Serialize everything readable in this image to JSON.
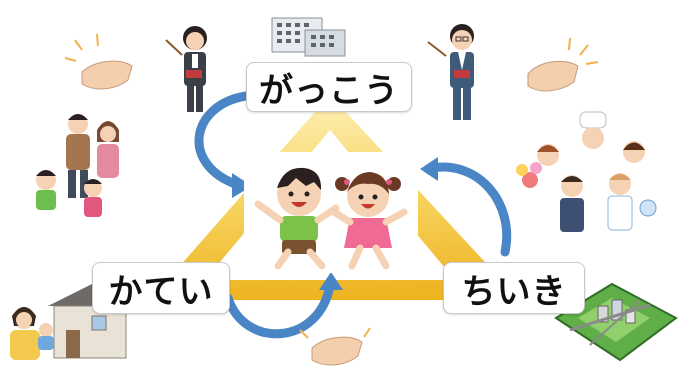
{
  "labels": {
    "school": "がっこう",
    "home": "かてい",
    "community": "ちいき"
  },
  "colors": {
    "triangle_light": "#fff2a8",
    "triangle_dark": "#f3b820",
    "arrow": "#4a86c5"
  },
  "illustrations": [
    "school-building-icon",
    "female-teacher-icon",
    "male-teacher-icon",
    "handshake-icon",
    "family-icon",
    "community-people-icon",
    "mother-baby-house-icon",
    "town-map-icon",
    "children-jumping-icon"
  ]
}
